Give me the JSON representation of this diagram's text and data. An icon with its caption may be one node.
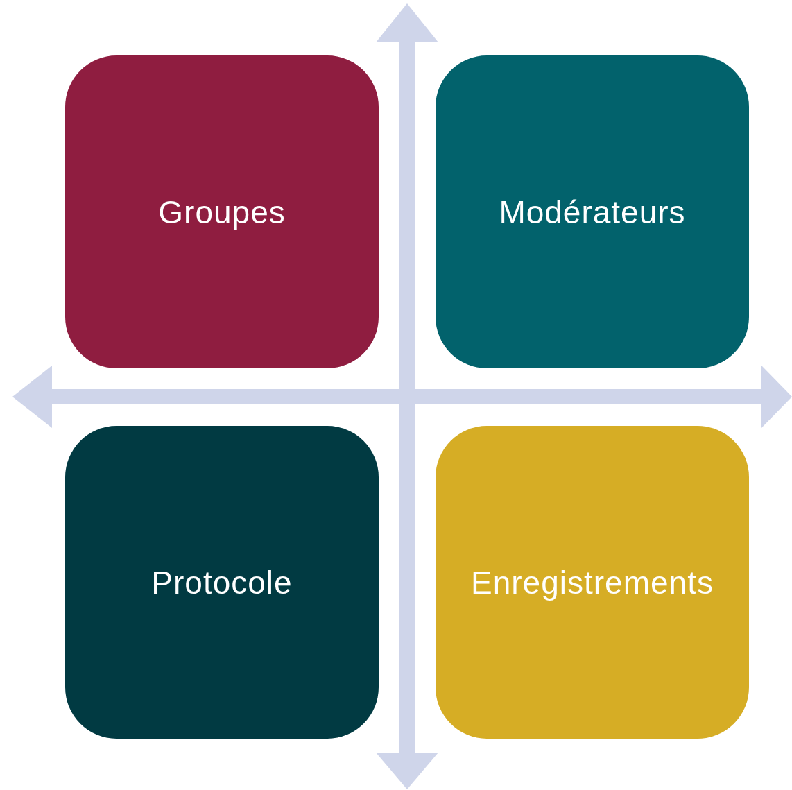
{
  "diagram": {
    "nodes": [
      {
        "text": [
          "Groupes"
        ]
      },
      {
        "text": [
          "Modérateurs"
        ]
      },
      {
        "text": [
          "Protocole"
        ]
      },
      {
        "text": [
          "Enregistrements"
        ]
      }
    ]
  }
}
